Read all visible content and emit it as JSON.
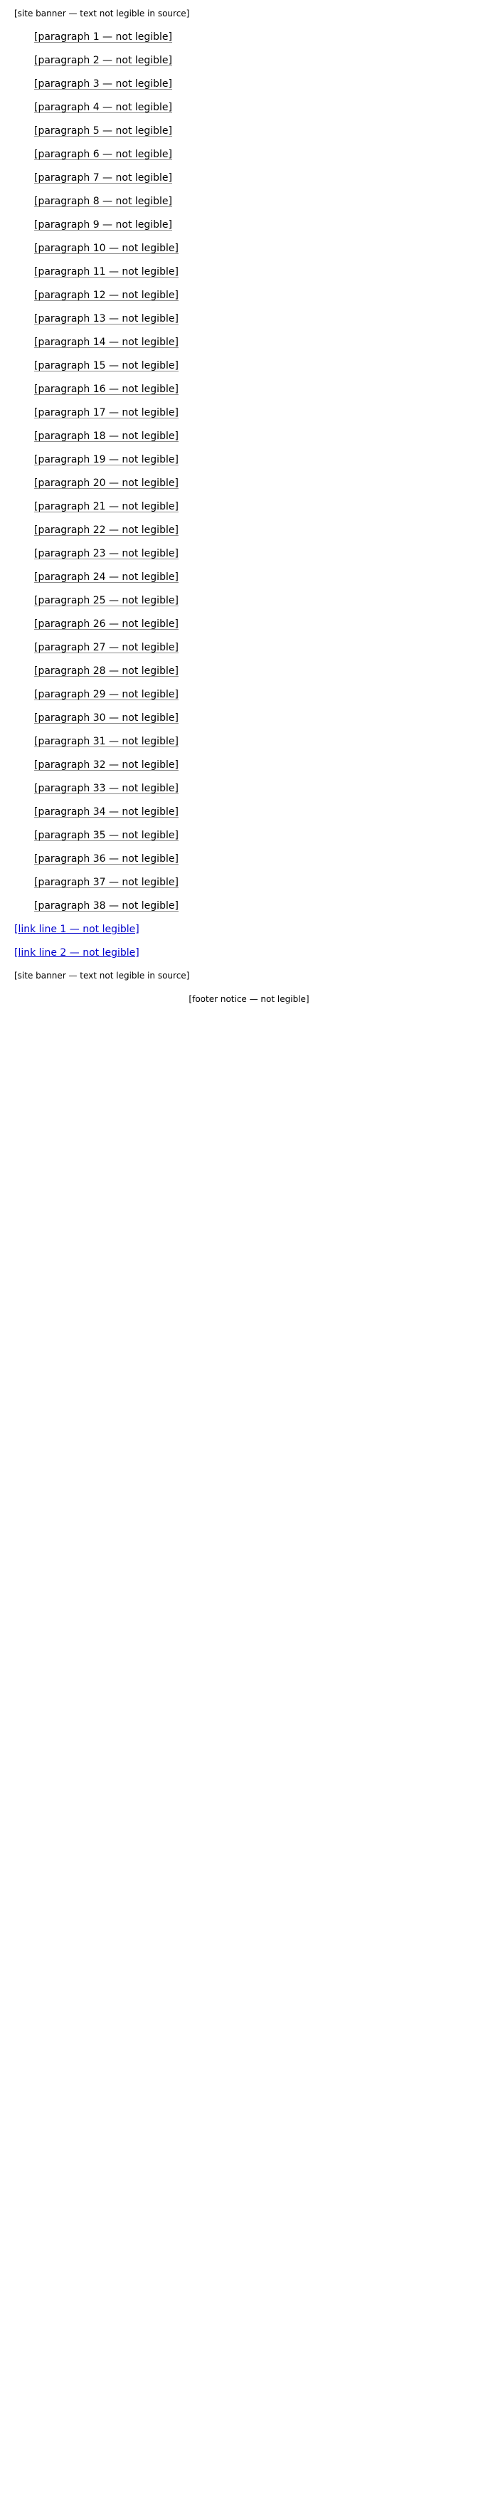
{
  "header": {
    "banner": "[site banner — text not legible in source]"
  },
  "paragraphs": [
    "[paragraph 1 — not legible]",
    "[paragraph 2 — not legible]",
    "[paragraph 3 — not legible]",
    "[paragraph 4 — not legible]",
    "[paragraph 5 — not legible]",
    "[paragraph 6 — not legible]",
    "[paragraph 7 — not legible]",
    "[paragraph 8 — not legible]",
    "[paragraph 9 — not legible]",
    "[paragraph 10 — not legible]",
    "[paragraph 11 — not legible]",
    "[paragraph 12 — not legible]",
    "[paragraph 13 — not legible]",
    "[paragraph 14 — not legible]",
    "[paragraph 15 — not legible]",
    "[paragraph 16 — not legible]",
    "[paragraph 17 — not legible]",
    "[paragraph 18 — not legible]",
    "[paragraph 19 — not legible]",
    "[paragraph 20 — not legible]",
    "[paragraph 21 — not legible]",
    "[paragraph 22 — not legible]",
    "[paragraph 23 — not legible]",
    "[paragraph 24 — not legible]",
    "[paragraph 25 — not legible]",
    "[paragraph 26 — not legible]",
    "[paragraph 27 — not legible]",
    "[paragraph 28 — not legible]",
    "[paragraph 29 — not legible]",
    "[paragraph 30 — not legible]",
    "[paragraph 31 — not legible]",
    "[paragraph 32 — not legible]",
    "[paragraph 33 — not legible]",
    "[paragraph 34 — not legible]",
    "[paragraph 35 — not legible]",
    "[paragraph 36 — not legible]",
    "[paragraph 37 — not legible]",
    "[paragraph 38 — not legible]"
  ],
  "links": {
    "line1": "[link line 1 — not legible]",
    "line2": "[link line 2 — not legible]"
  },
  "footer": {
    "banner": "[site banner — text not legible in source]",
    "note": "[footer notice — not legible]"
  }
}
